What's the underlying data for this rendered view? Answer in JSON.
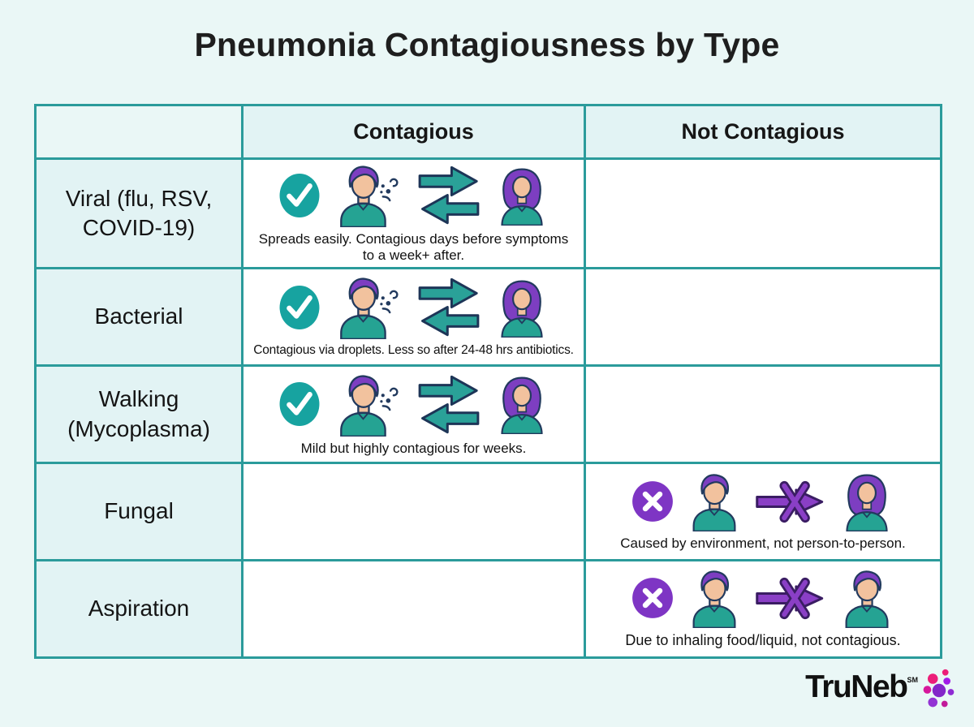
{
  "title": "Pneumonia Contagiousness by Type",
  "table": {
    "column_headers": [
      "Contagious",
      "Not Contagious"
    ],
    "rows": [
      {
        "label": "Viral (flu, RSV, COVID-19)",
        "status": "contagious",
        "caption": "Spreads easily. Contagious days before symptoms to a week+ after.",
        "icons": [
          "check-circle-icon",
          "man-sneezing-icon",
          "two-way-arrows-icon",
          "woman-icon"
        ]
      },
      {
        "label": "Bacterial",
        "status": "contagious",
        "caption": "Contagious via droplets. Less so after 24-48 hrs antibiotics.",
        "icons": [
          "check-circle-icon",
          "man-sneezing-icon",
          "two-way-arrows-icon",
          "woman-icon"
        ]
      },
      {
        "label": "Walking (Mycoplasma)",
        "status": "contagious",
        "caption": "Mild but highly contagious for weeks.",
        "icons": [
          "check-circle-icon",
          "man-sneezing-icon",
          "two-way-arrows-icon",
          "woman-icon"
        ]
      },
      {
        "label": "Fungal",
        "status": "not_contagious",
        "caption": "Caused by environment, not person-to-person.",
        "icons": [
          "x-circle-icon",
          "man-icon",
          "crossed-arrow-icon",
          "woman-icon"
        ]
      },
      {
        "label": "Aspiration",
        "status": "not_contagious",
        "caption": "Due to inhaling food/liquid, not contagious.",
        "icons": [
          "x-circle-icon",
          "man-icon",
          "crossed-arrow-icon",
          "man-icon"
        ]
      }
    ]
  },
  "logo": {
    "brand": "TruNeb",
    "trademark": "SM",
    "mark": "dots-cluster"
  },
  "colors": {
    "page_background": "#eaf7f6",
    "table_border": "#2b9b9b",
    "tinted_cell": "#e2f3f4",
    "content_cell": "#ffffff",
    "check_circle": "#17a3a0",
    "x_circle": "#7e35c4",
    "arrow_teal": "#2aa198",
    "arrow_purple": "#8a3fc6",
    "icon_outline": "#223a5e",
    "hair_purple": "#7d3ec1",
    "skin": "#f2c29e",
    "shirt_teal": "#25a393",
    "logo_pink": "#ec1e79",
    "logo_purple": "#8326c9"
  }
}
